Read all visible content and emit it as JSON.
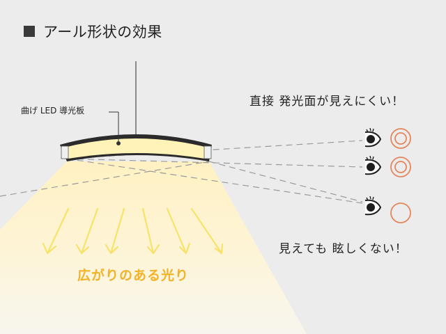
{
  "title": "アール形状の効果",
  "panel_label": "曲げ LED 導光板",
  "headline_top": "直接 発光面が見えにくい！",
  "headline_bottom": "見えても 眩しくない！",
  "light_label": "広がりのある光り",
  "colors": {
    "background": "#ececec",
    "light_beam": "#fff5cc",
    "panel_glow": "#fff3b8",
    "arrow": "#f7e36a",
    "accent_orange": "#f3b228",
    "mark": "#e4855a",
    "line": "#9a9a9a",
    "dark": "#2b2b2b"
  },
  "marks": [
    {
      "row": "top",
      "symbol": "double-circle"
    },
    {
      "row": "middle",
      "symbol": "double-circle"
    },
    {
      "row": "bottom",
      "symbol": "circle"
    }
  ]
}
